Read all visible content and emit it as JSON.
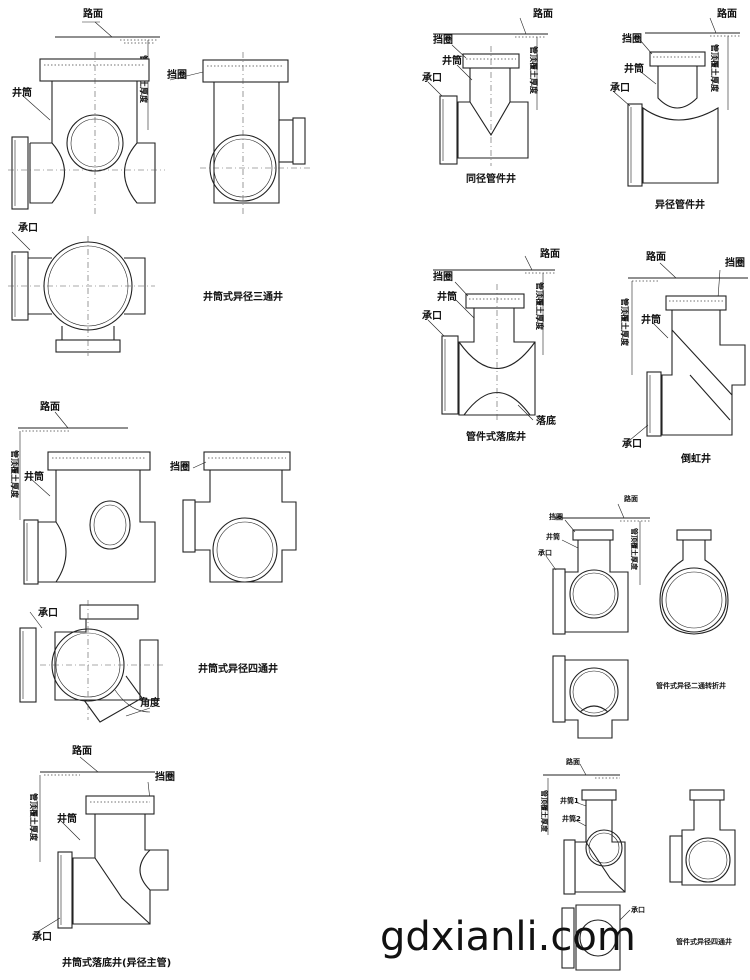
{
  "labels": {
    "road_surface": "路面",
    "retaining_ring": "挡圈",
    "shaft": "井筒",
    "socket": "承口",
    "cover_depth": "管顶覆土厚度",
    "angle": "角度",
    "drop_bottom": "落底",
    "shaft_1": "井筒1",
    "shaft_2": "井筒2"
  },
  "captions": {
    "shaft_reducer_tee": "井筒式异径三通井",
    "equal_fitting_well": "同径管件井",
    "reducer_fitting_well": "异径管件井",
    "fitting_drop_well": "管件式落底井",
    "inverted_siphon_well": "倒虹井",
    "shaft_reducer_cross": "井筒式异径四通井",
    "fitting_reducer_two_way_turn": "管件式异径二通转折井",
    "shaft_drop_well_reducer_main": "井筒式落底井(异径主管)",
    "fitting_reducer_cross": "管件式异径四通井"
  },
  "watermark": "gdxianli.com"
}
